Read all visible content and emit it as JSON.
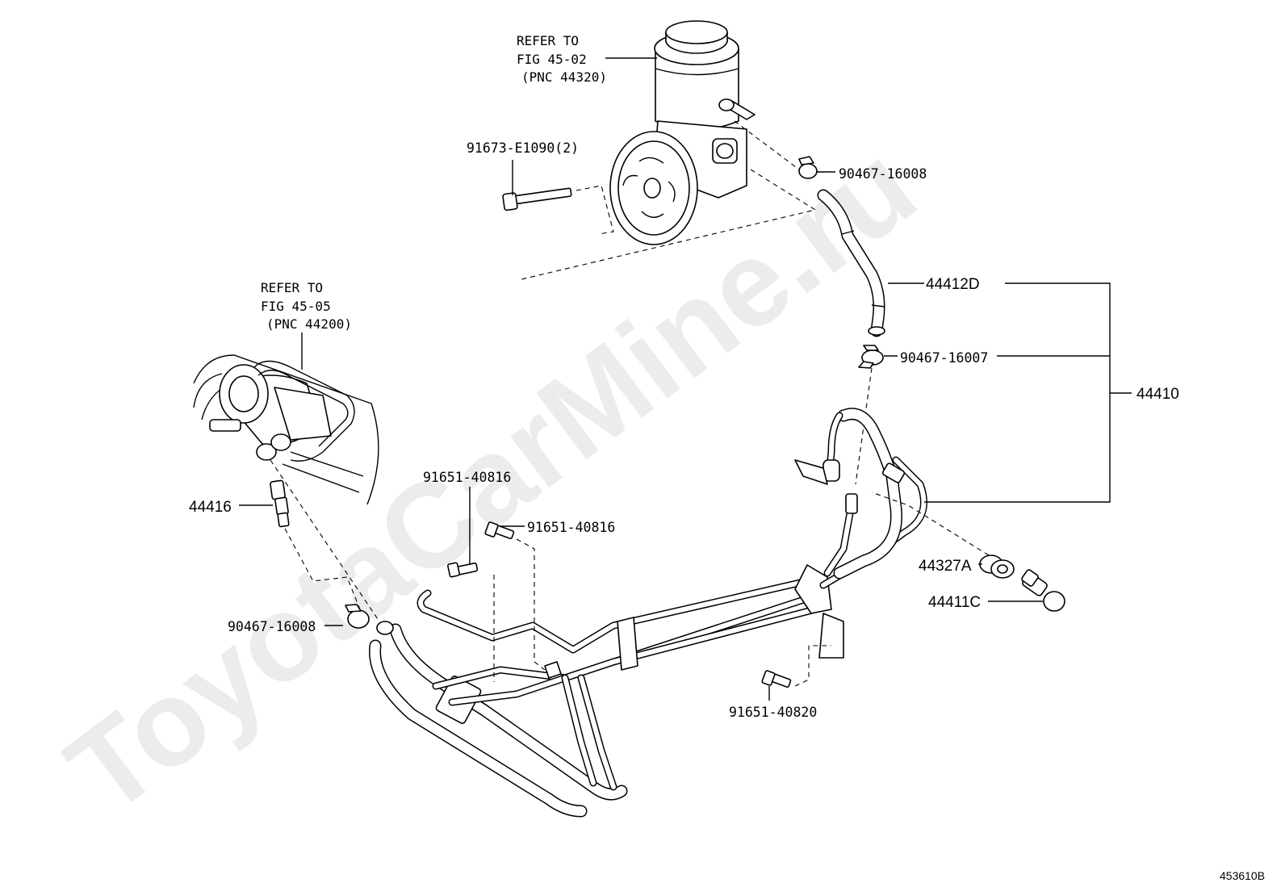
{
  "watermark": "ToyotaCarMine.ru",
  "drawing_code": "453610B",
  "refs": {
    "pump": {
      "line1": "REFER TO",
      "line2": "FIG 45-02",
      "line3": "(PNC 44320)"
    },
    "gear": {
      "line1": "REFER TO",
      "line2": "FIG 45-05",
      "line3": "(PNC 44200)"
    }
  },
  "parts": {
    "bolt_pump": "91673-E1090(2)",
    "clamp_top": "90467-16008",
    "hose_44412d": "44412D",
    "clamp_16007": "90467-16007",
    "assy_44410": "44410",
    "union_44416": "44416",
    "bolt_40816_a": "91651-40816",
    "bolt_40816_b": "91651-40816",
    "gasket_44327a": "44327A",
    "bolt_44411c": "44411C",
    "clamp_bottom": "90467-16008",
    "bolt_40820": "91651-40820"
  }
}
